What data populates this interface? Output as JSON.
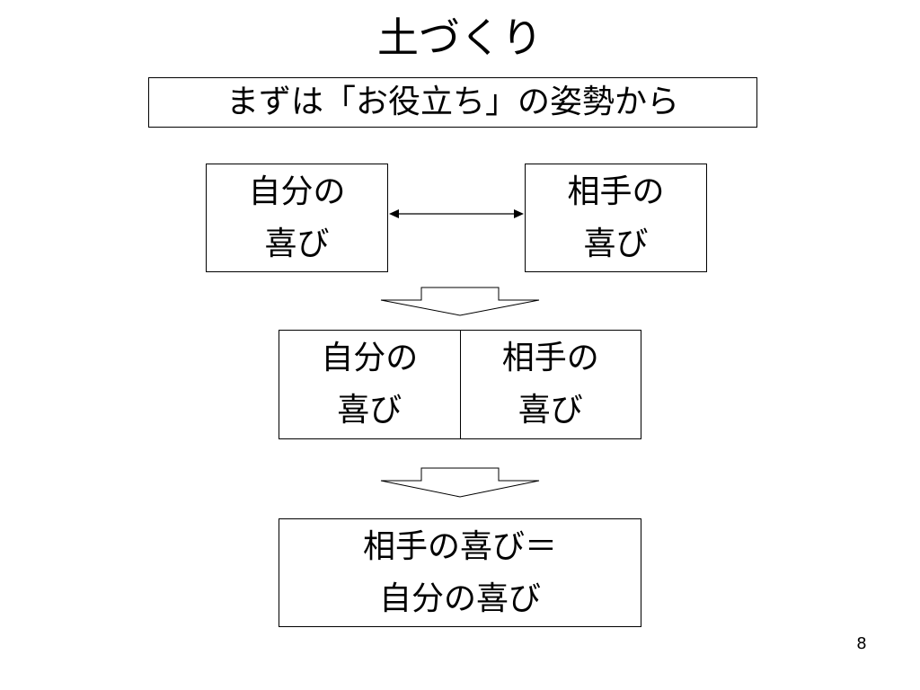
{
  "title": "土づくり",
  "subtitle": "まずは「お役立ち」の姿勢から",
  "top_row": {
    "self": {
      "line1": "自分の",
      "line2": "喜び"
    },
    "other": {
      "line1": "相手の",
      "line2": "喜び"
    }
  },
  "middle_row": {
    "self": {
      "line1": "自分の",
      "line2": "喜び"
    },
    "other": {
      "line1": "相手の",
      "line2": "喜び"
    }
  },
  "result": {
    "line1": "相手の喜び＝",
    "line2": "自分の喜び"
  },
  "page_number": "8"
}
